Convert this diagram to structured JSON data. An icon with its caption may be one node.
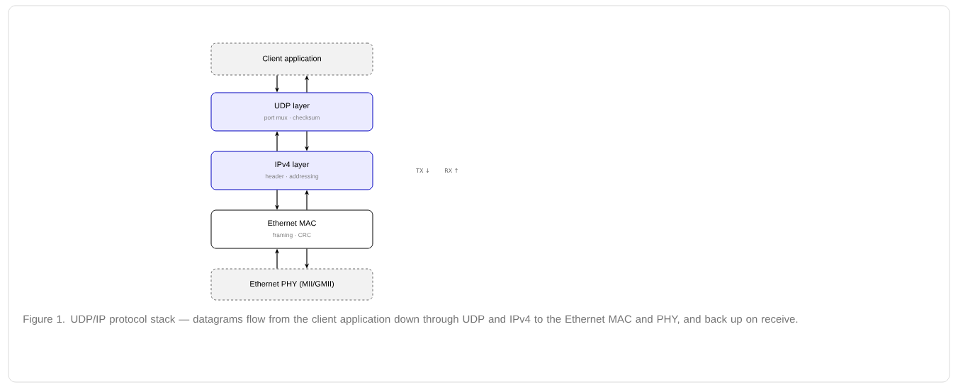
{
  "diagram": {
    "caption": "Figure 1. UDP/IP protocol stack — datagrams flow from the client application down through UDP and IPv4 to the Ethernet MAC and PHY, and back up on receive.",
    "nodes": [
      {
        "text": [
          "Client application"
        ]
      },
      {
        "text": [
          "UDP layer",
          "port mux · checksum"
        ]
      },
      {
        "text": [
          "IPv4 layer",
          "header · addressing"
        ]
      },
      {
        "text": [
          "Ethernet MAC",
          "framing · CRC"
        ]
      },
      {
        "text": [
          "Ethernet PHY (MII/GMII)"
        ]
      }
    ],
    "edges": [
      {
        "from": 0,
        "to": 1,
        "arrow": "to"
      },
      {
        "from": 1,
        "to": 0,
        "arrow": "to"
      },
      {
        "from": 2,
        "to": 1,
        "arrow": "to"
      },
      {
        "from": 1,
        "to": 2,
        "arrow": "to"
      },
      {
        "from": 2,
        "to": 3,
        "arrow": "to"
      },
      {
        "from": 3,
        "to": 2,
        "arrow": "to"
      },
      {
        "from": 4,
        "to": 3,
        "arrow": "to"
      },
      {
        "from": 3,
        "to": 4,
        "arrow": "to"
      }
    ],
    "labels": [
      "TX ↓",
      "RX ↑"
    ]
  }
}
